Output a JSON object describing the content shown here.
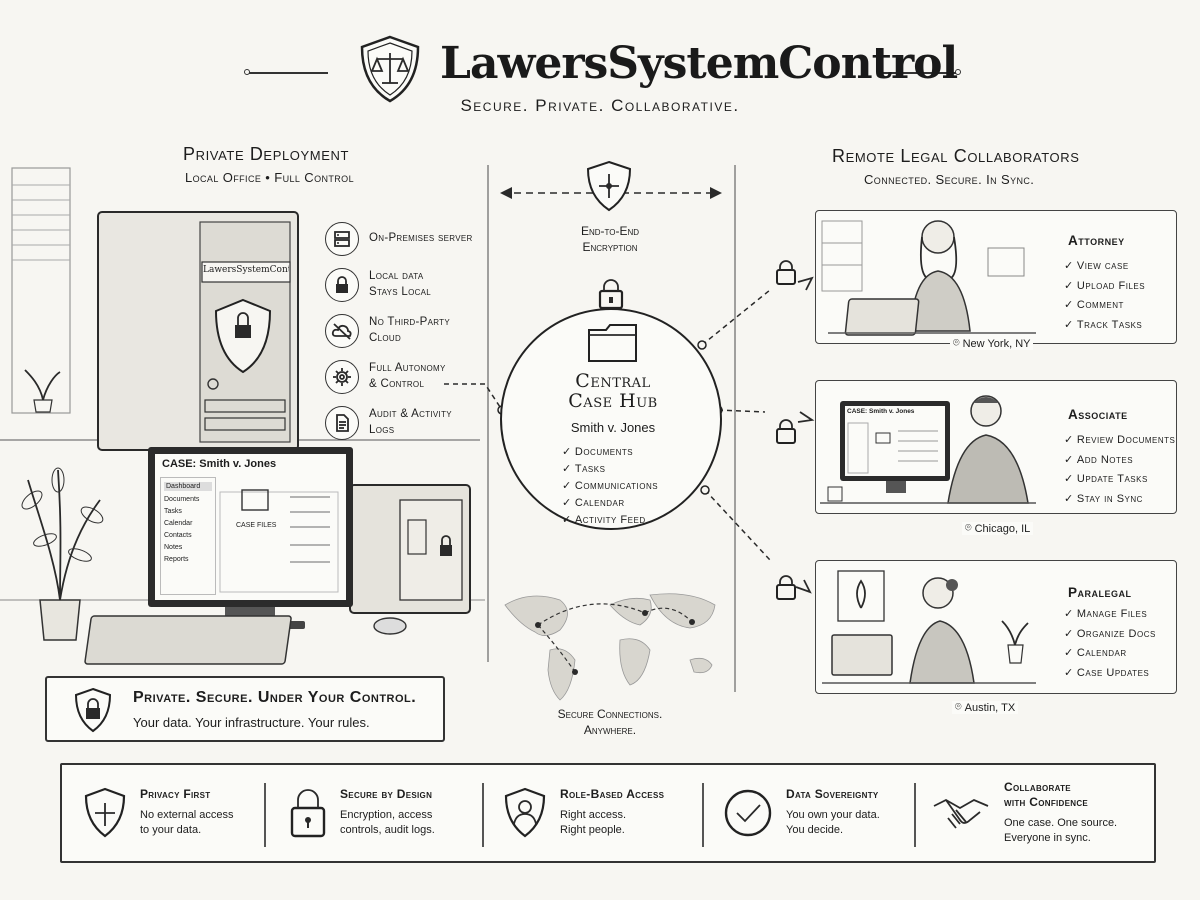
{
  "header": {
    "title": "LawersSystemControl",
    "tagline": "Secure. Private. Collaborative."
  },
  "left_panel": {
    "title": "Private Deployment",
    "subtitle": "Local Office • Full Control",
    "server_label": "LawersSystemControl",
    "features": [
      {
        "icon": "server-icon",
        "label": "On-Premises server"
      },
      {
        "icon": "lock-icon",
        "label": "Local data\nStays Local"
      },
      {
        "icon": "cloud-off-icon",
        "label": "No Third-Party\nCloud"
      },
      {
        "icon": "gear-icon",
        "label": "Full Autonomy\n& Control"
      },
      {
        "icon": "document-icon",
        "label": "Audit & Activity\nLogs"
      }
    ],
    "monitor": {
      "case_title": "CASE: Smith v. Jones",
      "sidebar": [
        "Dashboard",
        "Documents",
        "Tasks",
        "Calendar",
        "Contacts",
        "Notes",
        "Reports"
      ],
      "folder_label": "CASE FILES"
    }
  },
  "encryption": {
    "label": "End-to-End\nEncryption"
  },
  "hub": {
    "title": "Central\nCase Hub",
    "case": "Smith v. Jones",
    "items": [
      "Documents",
      "Tasks",
      "Communications",
      "Calendar",
      "Activity Feed"
    ]
  },
  "map": {
    "caption": "Secure Connections.\nAnywhere."
  },
  "promo": {
    "headline": "Private. Secure. Under Your Control.",
    "text": "Your data. Your infrastructure. Your rules."
  },
  "right_panel": {
    "title": "Remote Legal Collaborators",
    "subtitle": "Connected. Secure. In Sync.",
    "roles": [
      {
        "name": "Attorney",
        "tasks": [
          "View case",
          "Upload Files",
          "Comment",
          "Track Tasks"
        ],
        "location": "New York, NY"
      },
      {
        "name": "Associate",
        "tasks": [
          "Review Documents",
          "Add Notes",
          "Update Tasks",
          "Stay in Sync"
        ],
        "location": "Chicago, IL",
        "screen_title": "CASE: Smith v. Jones"
      },
      {
        "name": "Paralegal",
        "tasks": [
          "Manage Files",
          "Organize Docs",
          "Calendar",
          "Case Updates"
        ],
        "location": "Austin, TX"
      }
    ]
  },
  "footer": [
    {
      "icon": "shield-icon",
      "title": "Privacy First",
      "desc": "No external access\nto your data."
    },
    {
      "icon": "padlock-icon",
      "title": "Secure by Design",
      "desc": "Encryption, access\ncontrols, audit logs."
    },
    {
      "icon": "person-shield-icon",
      "title": "Role-Based Access",
      "desc": "Right access.\nRight people."
    },
    {
      "icon": "check-circle-icon",
      "title": "Data Sovereignty",
      "desc": "You own your data.\nYou decide."
    },
    {
      "icon": "handshake-icon",
      "title": "Collaborate\nwith Confidence",
      "desc": "One case. One source.\nEveryone in sync."
    }
  ]
}
